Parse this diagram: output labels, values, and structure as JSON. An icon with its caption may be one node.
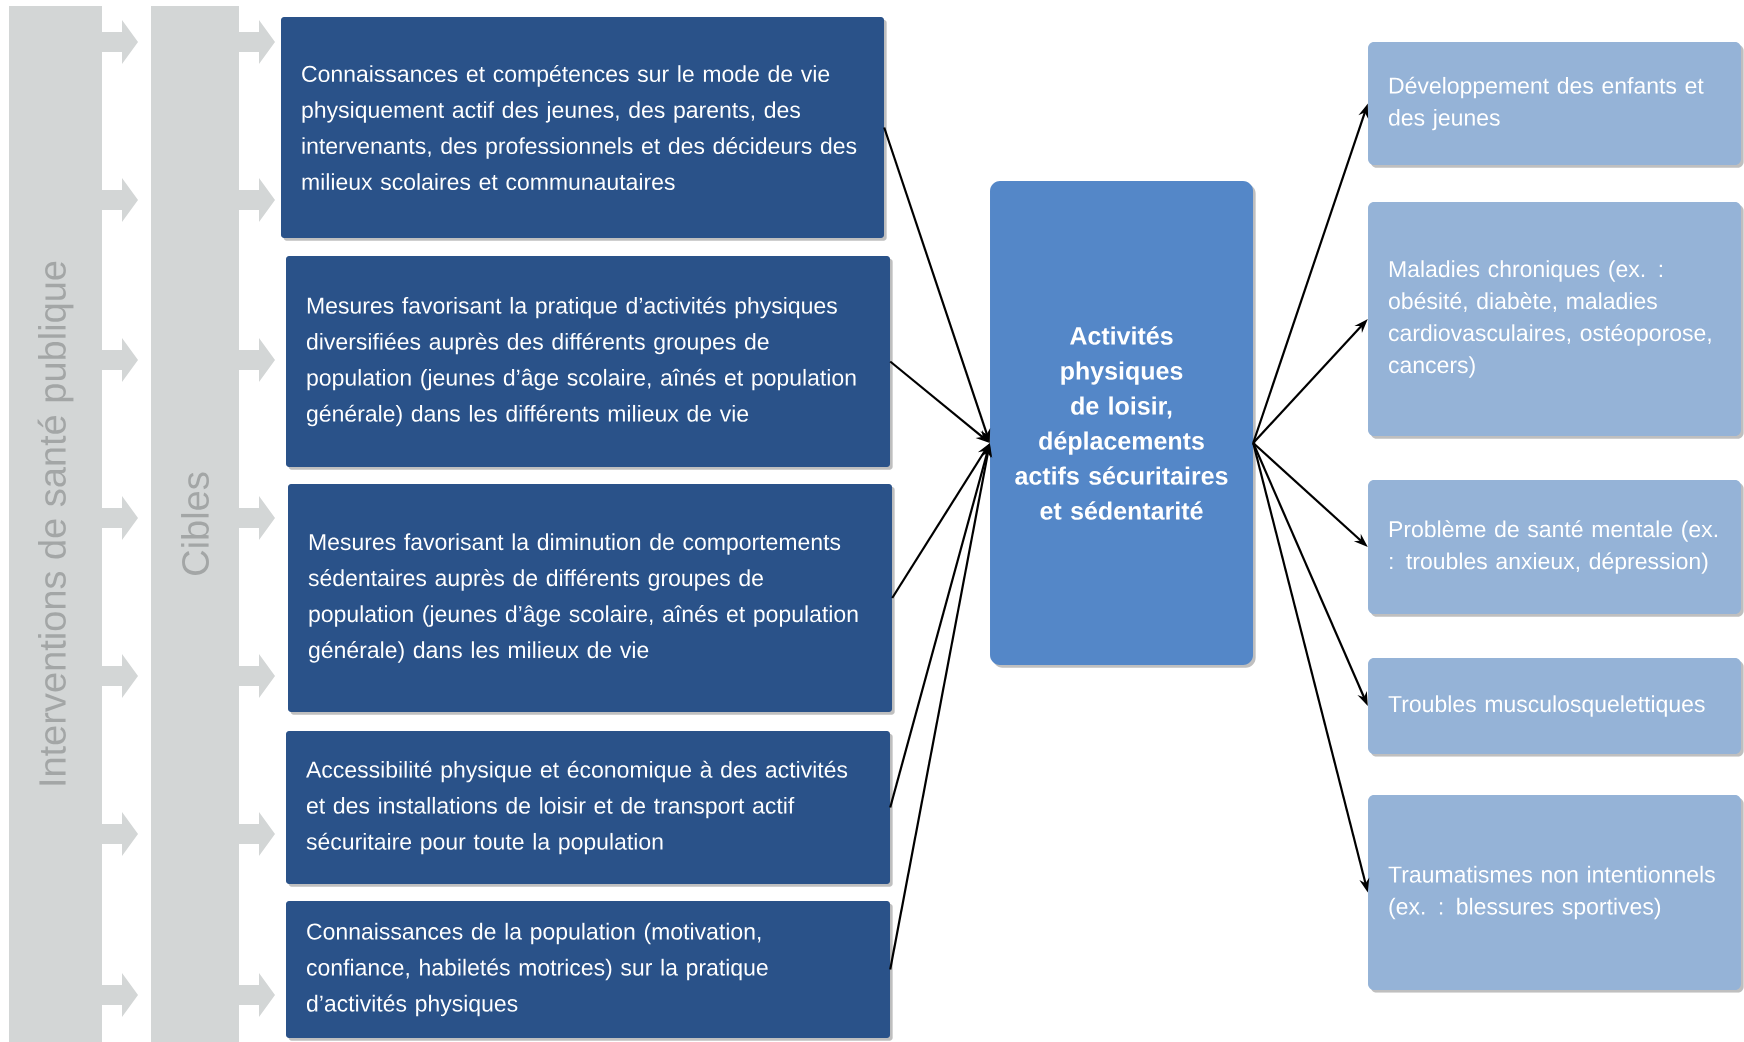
{
  "diagram": {
    "nodes": [
      {
        "text": [
          "Interventions de santé publique"
        ]
      },
      {
        "text": [
          "Cibles"
        ]
      },
      {
        "text": [
          "Connaissances et compétences sur le mode de vie physiquement actif des jeunes, des parents, des intervenants, des professionnels et des décideurs des milieux scolaires et communautaires"
        ]
      },
      {
        "text": [
          "Mesures favorisant la pratique d’activités physiques diversifiées auprès des différents groupes de population (jeunes d’âge scolaire, aînés et population générale) dans les différents milieux de vie"
        ]
      },
      {
        "text": [
          "Mesures favorisant la diminution de comportements sédentaires auprès de différents groupes de population (jeunes d’âge scolaire, aînés et population générale) dans les milieux de vie"
        ]
      },
      {
        "text": [
          "Accessibilité physique et économique à des activités et des installations de loisir et de transport actif sécuritaire pour toute la population"
        ]
      },
      {
        "text": [
          "Connaissances de la population (motivation, confiance, habiletés motrices) sur la pratique d’activités physiques"
        ]
      },
      {
        "text": [
          "Activités physiques de loisir, déplacements actifs sécuritaires et sédentarité"
        ]
      },
      {
        "text": [
          "Développement des enfants et des jeunes"
        ]
      },
      {
        "text": [
          "Maladies chroniques (ex. : obésité, diabète, maladies cardiovasculaires, ostéoporose, cancers)"
        ]
      },
      {
        "text": [
          "Problème de santé mentale (ex. : troubles anxieux, dépression)"
        ]
      },
      {
        "text": [
          "Troubles musculosquelettiques"
        ]
      },
      {
        "text": [
          "Traumatismes non intentionnels (ex. : blessures sportives)"
        ]
      }
    ],
    "edges": [
      {
        "from": 2,
        "to": 7,
        "arrow": "to"
      },
      {
        "from": 3,
        "to": 7,
        "arrow": "to"
      },
      {
        "from": 4,
        "to": 7,
        "arrow": "to"
      },
      {
        "from": 5,
        "to": 7,
        "arrow": "to"
      },
      {
        "from": 6,
        "to": 7,
        "arrow": "to"
      },
      {
        "from": 7,
        "to": 8,
        "arrow": "to"
      },
      {
        "from": 7,
        "to": 9,
        "arrow": "to"
      },
      {
        "from": 7,
        "to": 10,
        "arrow": "to"
      },
      {
        "from": 7,
        "to": 11,
        "arrow": "to"
      },
      {
        "from": 7,
        "to": 12,
        "arrow": "to"
      }
    ]
  }
}
